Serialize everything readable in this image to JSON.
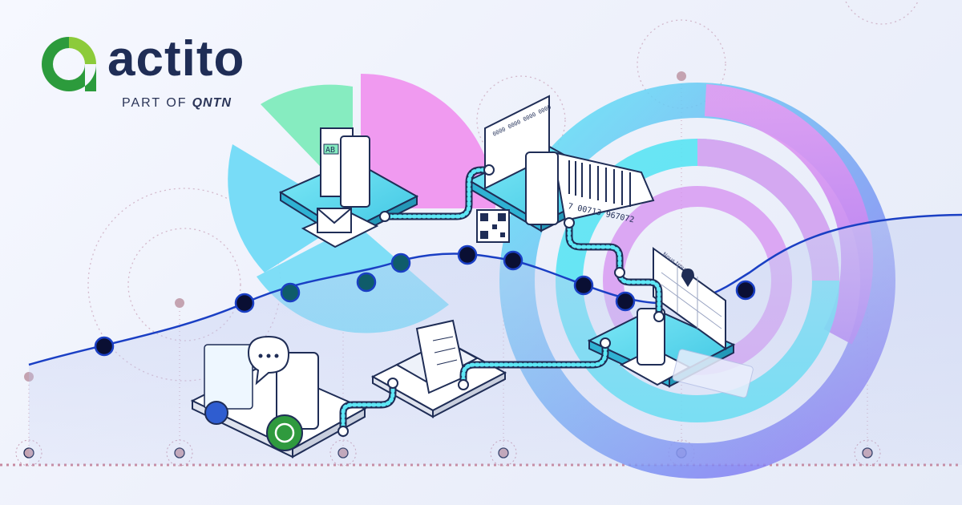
{
  "brand": {
    "name": "actito",
    "subtitle": "PART OF",
    "partner": "QNTN",
    "logo_colors": {
      "green_dark": "#2c9b3c",
      "green_light": "#8ccb3a",
      "text": "#1f2d56"
    }
  },
  "illustration": {
    "card_number": "0000 0000 0000 0000",
    "barcode_digits": "7 00713 967072",
    "ab_label": "AB",
    "map_label": "Nous trouver"
  },
  "palette": {
    "pink": "#f09af0",
    "mint": "#86ecc0",
    "sky": "#78dcf7",
    "cyan": "#5ee7f5",
    "violet": "#a675f0",
    "line_blue": "#1a3fc4",
    "dot_dark": "#0a0f33",
    "dot_teal": "#0f5c6a",
    "dotted_pink": "#c8a0b6"
  }
}
